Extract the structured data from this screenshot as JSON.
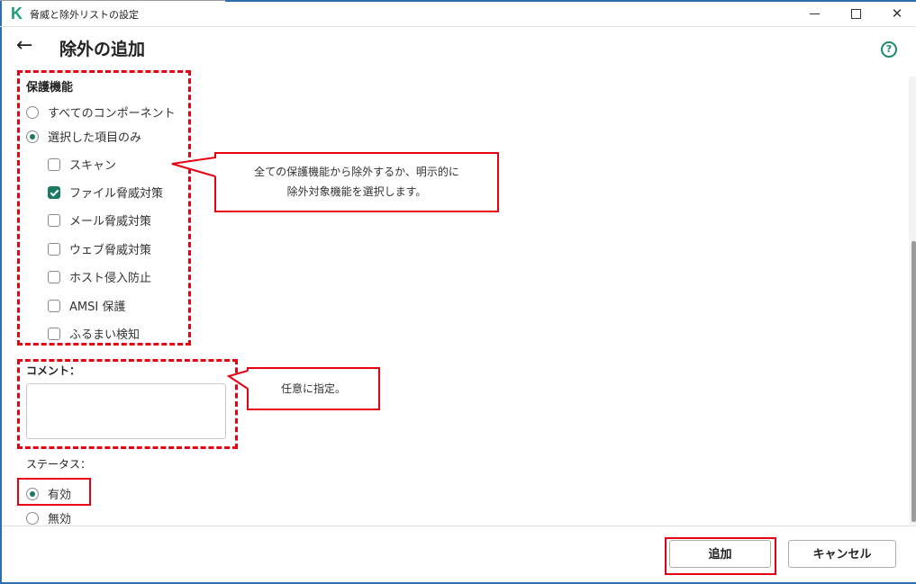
{
  "window": {
    "title": "脅威と除外リストの設定",
    "logo": "K",
    "controls": {
      "minimize": "minimize-icon",
      "maximize": "maximize-icon",
      "close": "close-icon"
    }
  },
  "header": {
    "back_icon": "←",
    "title": "除外の追加",
    "help_icon": "?"
  },
  "protection": {
    "label": "保護機能",
    "scope_options": [
      {
        "label": "すべてのコンポーネント",
        "selected": false
      },
      {
        "label": "選択した項目のみ",
        "selected": true
      }
    ],
    "components": [
      {
        "label": "スキャン",
        "checked": false
      },
      {
        "label": "ファイル脅威対策",
        "checked": true
      },
      {
        "label": "メール脅威対策",
        "checked": false
      },
      {
        "label": "ウェブ脅威対策",
        "checked": false
      },
      {
        "label": "ホスト侵入防止",
        "checked": false
      },
      {
        "label": "AMSI 保護",
        "checked": false
      },
      {
        "label": "ふるまい検知",
        "checked": false
      }
    ]
  },
  "comment": {
    "label": "コメント：",
    "value": "",
    "placeholder": ""
  },
  "status": {
    "label": "ステータス：",
    "options": [
      {
        "label": "有効",
        "selected": true
      },
      {
        "label": "無効",
        "selected": false
      }
    ]
  },
  "annotations": {
    "protection_callout_line1": "全ての保護機能から除外するか、明示的に",
    "protection_callout_line2": "除外対象機能を選択します。",
    "comment_callout": "任意に指定。",
    "highlight_color": "#e60012"
  },
  "footer": {
    "add_label": "追加",
    "cancel_label": "キャンセル"
  },
  "colors": {
    "accent": "#1a7a62",
    "logo": "#1aa07a",
    "window_border": "#2e6fb0"
  }
}
